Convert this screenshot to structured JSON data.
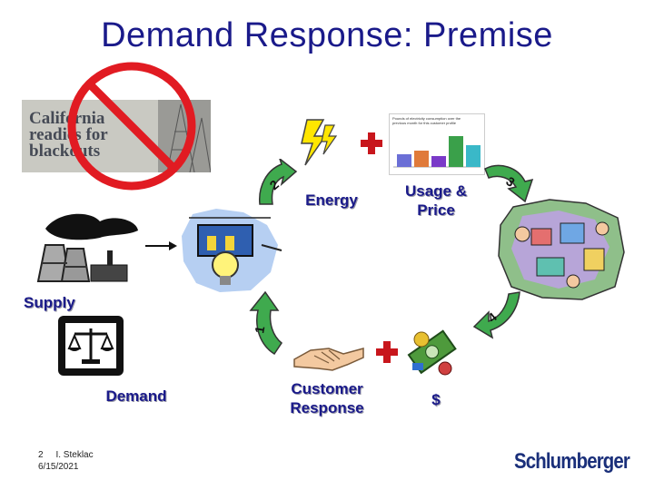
{
  "slide": {
    "title": "Demand Response: Premise",
    "newspaper_headline": [
      "California",
      "readies for",
      "blackouts"
    ],
    "labels": {
      "supply": "Supply",
      "demand": "Demand",
      "energy": "Energy",
      "usage_price": [
        "Usage &",
        "Price"
      ],
      "customer_response": [
        "Customer",
        "Response"
      ],
      "dollar": "$"
    },
    "arrow_numbers": {
      "one": "1",
      "two": "2",
      "three": "3",
      "four": "4"
    },
    "mini_chart_caption": [
      "Pounds of electricity consumption over the",
      "previous month for this customer profile"
    ],
    "mini_chart_values": [
      0.35,
      0.45,
      0.3,
      0.85,
      0.6
    ],
    "footer": {
      "page": "2",
      "author": "I. Steklac",
      "date": "6/15/2021"
    },
    "logo": "Schlumberger"
  },
  "colors": {
    "title": "#1a1a8a",
    "accent_red": "#d7161b",
    "arrow_green": "#33a04a"
  }
}
